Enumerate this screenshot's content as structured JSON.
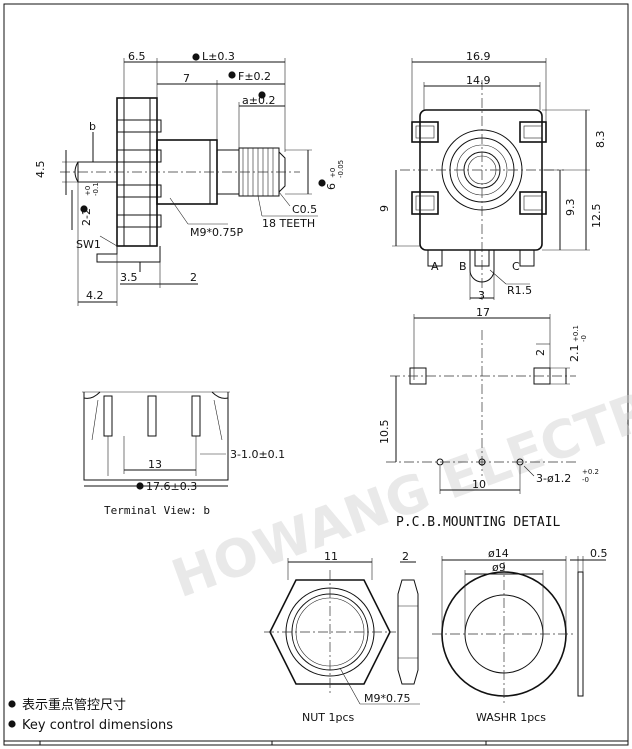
{
  "watermark": "HOWANG ELECTRONICS",
  "side_view": {
    "dims": {
      "d6_5": "6.5",
      "dL": "L±0.3",
      "d7": "7",
      "dF": "F±0.2",
      "da": "a±0.2",
      "db": "b",
      "d4_5": "4.5",
      "d2": "2-2",
      "d2_tol": "+0\n-0.1",
      "d6": "6",
      "d6_tol": "+0\n-0.05",
      "c05": "C0.5",
      "teeth": "18 TEETH",
      "thread": "M9*0.75P",
      "sw1": "SW1",
      "d3_5": "3.5",
      "d2b": "2",
      "d4_2": "4.2"
    }
  },
  "front_view": {
    "dims": {
      "d16_9": "16.9",
      "d14_9": "14.9",
      "d8_3": "8.3",
      "d9": "9",
      "d9_3": "9.3",
      "d12_5": "12.5",
      "pinA": "A",
      "pinB": "B",
      "pinC": "C",
      "r15": "R1.5",
      "d3": "3"
    }
  },
  "terminal_view": {
    "d13": "13",
    "pitch": "3-1.0±0.1",
    "d17_6": "17.6±0.3",
    "caption": "Terminal View: b"
  },
  "pcb": {
    "d17": "17",
    "d2": "2",
    "d2_1": "2.1",
    "d2_1_tol": "+0.1\n-0",
    "d10_5": "10.5",
    "d10": "10",
    "holes": "3-ø1.2",
    "holes_tol": "+0.2\n-0",
    "caption": "P.C.B.MOUNTING DETAIL"
  },
  "nut": {
    "d11": "11",
    "d2": "2",
    "thread": "M9*0.75",
    "caption": "NUT 1pcs"
  },
  "washer": {
    "d14": "ø14",
    "d9": "ø9",
    "d0_5": "0.5",
    "caption": "WASHR  1pcs"
  },
  "legend": {
    "line_cn": "表示重点管控尺寸",
    "line_en": "Key control dimensions"
  }
}
